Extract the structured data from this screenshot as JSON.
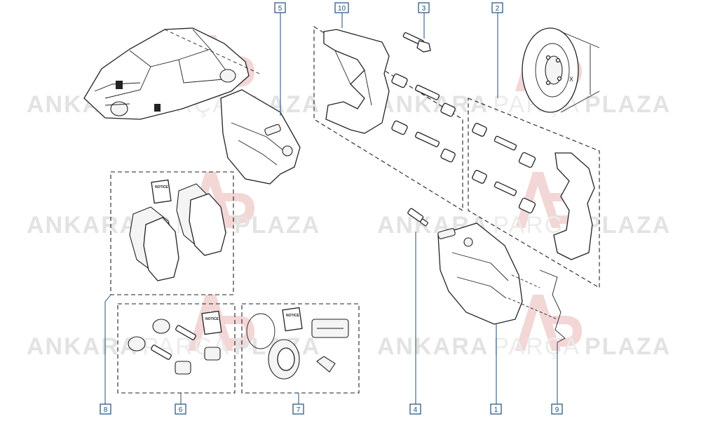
{
  "watermark": {
    "word1": "ANKARA",
    "word2": "PARÇA",
    "word3": "PLAZA",
    "logo_letter_a": "A",
    "logo_letter_p": "P"
  },
  "callouts": [
    {
      "id": "1",
      "label": "1"
    },
    {
      "id": "2",
      "label": "2"
    },
    {
      "id": "3",
      "label": "3"
    },
    {
      "id": "4",
      "label": "4"
    },
    {
      "id": "5",
      "label": "5"
    },
    {
      "id": "6",
      "label": "6"
    },
    {
      "id": "7",
      "label": "7"
    },
    {
      "id": "8",
      "label": "8"
    },
    {
      "id": "9",
      "label": "9"
    },
    {
      "id": "10",
      "label": "10"
    }
  ],
  "notice_label": "NOTICE",
  "dimension_label": "X",
  "colors": {
    "callout_blue": "#1f4e79",
    "watermark_gray": "#e3e3e3",
    "watermark_red": "#f3d6d6",
    "line": "#222222"
  }
}
